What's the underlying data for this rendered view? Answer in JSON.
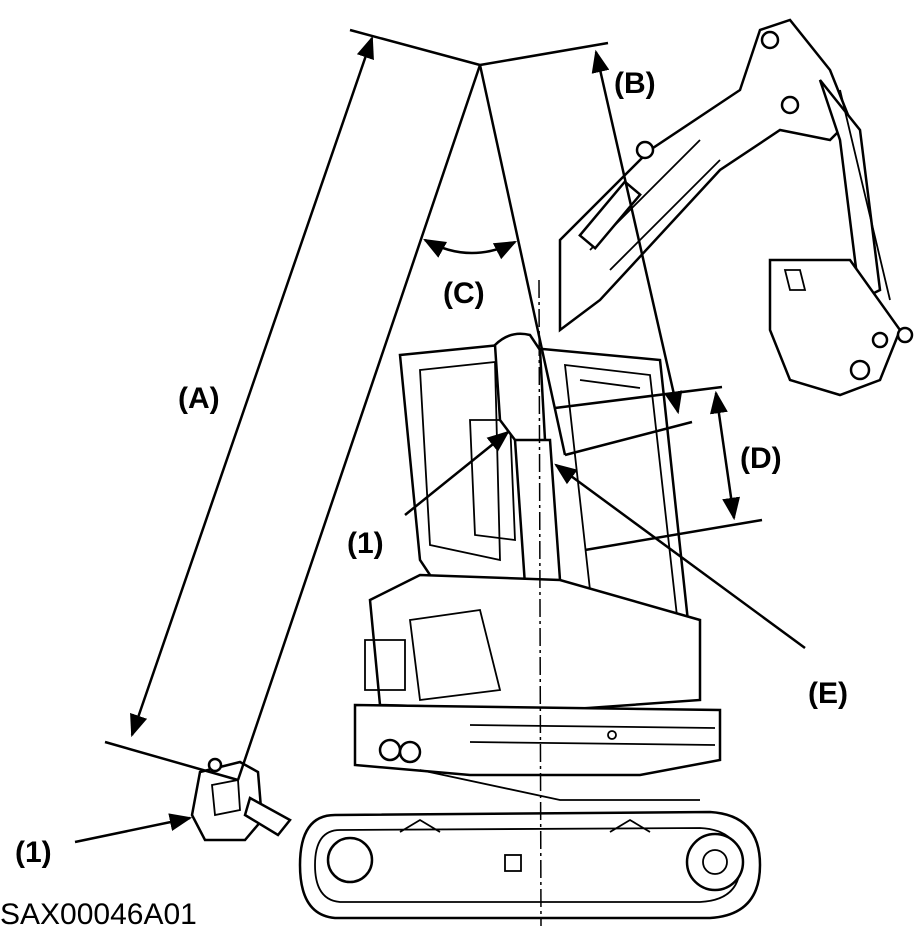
{
  "labels": {
    "a": "(A)",
    "b": "(B)",
    "c": "(C)",
    "d": "(D)",
    "e": "(E)",
    "one_upper": "(1)",
    "one_lower": "(1)"
  },
  "figure_code": "SAX00046A01",
  "colors": {
    "line": "#000000",
    "background": "#ffffff"
  }
}
